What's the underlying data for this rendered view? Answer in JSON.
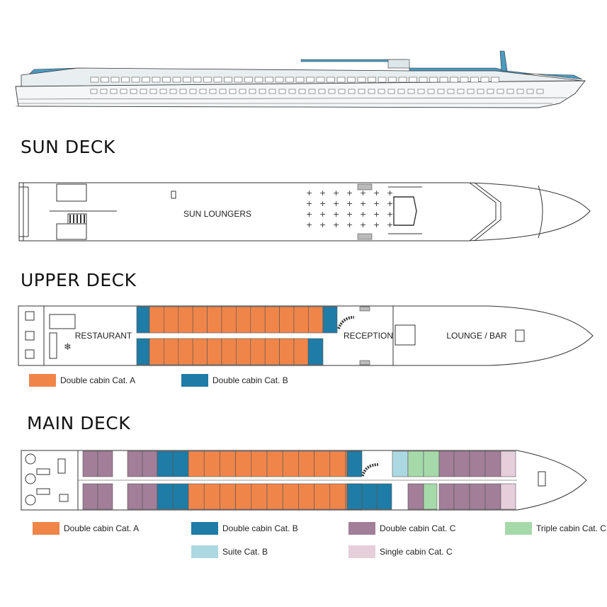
{
  "decks": {
    "sun": {
      "title": "SUN DECK",
      "label": "SUN LOUNGERS"
    },
    "upper": {
      "title": "UPPER DECK",
      "labels": [
        "RESTAURANT",
        "RECEPTION",
        "LOUNGE / BAR"
      ]
    },
    "main": {
      "title": "MAIN DECK"
    }
  },
  "colors": {
    "double_a": "#F0854A",
    "double_b": "#1F7CA6",
    "double_c": "#A27E98",
    "triple_c": "#A6D9A9",
    "suite_b": "#ACD8E1",
    "single_c": "#E6CEDB",
    "hull_line": "#444444",
    "ship_accent": "#4A9AC0"
  },
  "legend_upper": [
    {
      "label": "Double cabin Cat. A",
      "color": "#F0854A"
    },
    {
      "label": "Double cabin Cat. B",
      "color": "#1F7CA6"
    }
  ],
  "legend_main": [
    {
      "label": "Double cabin Cat. A",
      "color": "#F0854A"
    },
    {
      "label": "Double cabin Cat. B",
      "color": "#1F7CA6"
    },
    {
      "label": "Double cabin Cat. C",
      "color": "#A27E98"
    },
    {
      "label": "Triple cabin Cat. C",
      "color": "#A6D9A9"
    },
    {
      "label": "Suite Cat. B",
      "color": "#ACD8E1"
    },
    {
      "label": "Single cabin Cat. C",
      "color": "#E6CEDB"
    }
  ]
}
